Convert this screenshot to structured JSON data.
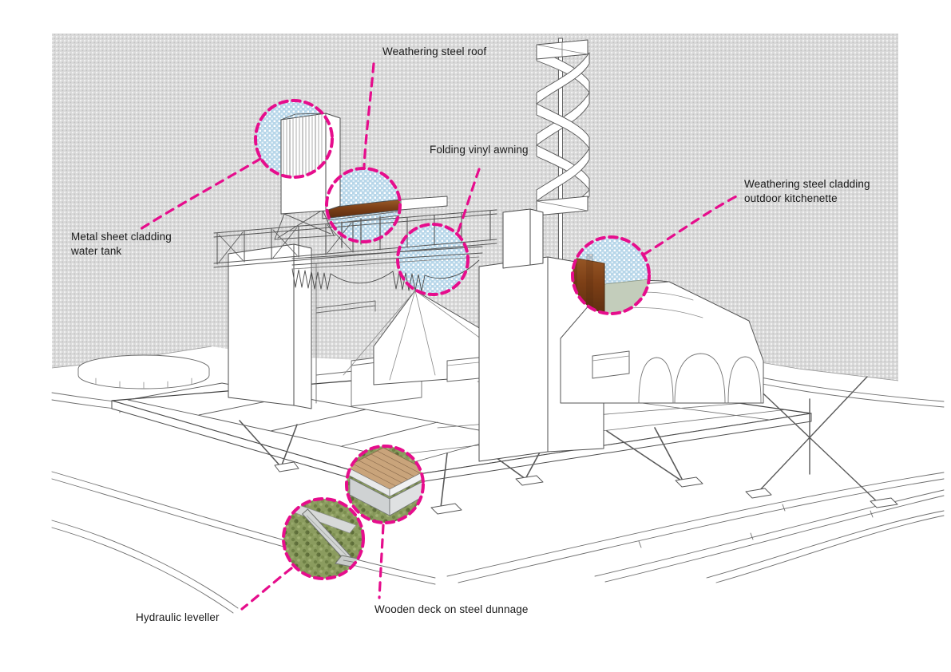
{
  "figure": {
    "description": "Axonometric architectural line drawing of an off-grid demountable cabin on a raised steel platform, with dashed magenta material-callout circles",
    "colors": {
      "annotation_magenta": "#e60d8c",
      "sky_halftone_blue": "#b7d6e9",
      "background_halftone_grey": "#dadada",
      "corten_steel_brown": "#7c3f16",
      "tent_canvas_green": "#c3cdbb",
      "deck_wood": "#c9a47b",
      "grass_green": "#8b9c5f",
      "linework_grey": "#4d4d4d"
    }
  },
  "annotations": [
    {
      "id": "weathering-steel-roof",
      "lines": [
        "Weathering steel roof"
      ]
    },
    {
      "id": "folding-vinyl-awning",
      "lines": [
        "Folding vinyl awning"
      ]
    },
    {
      "id": "metal-sheet-cladding-water-tank",
      "lines": [
        "Metal sheet cladding",
        "water tank"
      ]
    },
    {
      "id": "weathering-steel-cladding-outdoor-kitchenette",
      "lines": [
        "Weathering steel cladding",
        "outdoor kitchenette"
      ]
    },
    {
      "id": "hydraulic-leveller",
      "lines": [
        "Hydraulic leveller"
      ]
    },
    {
      "id": "wooden-deck-on-steel-dunnage",
      "lines": [
        "Wooden deck on steel dunnage"
      ]
    }
  ]
}
